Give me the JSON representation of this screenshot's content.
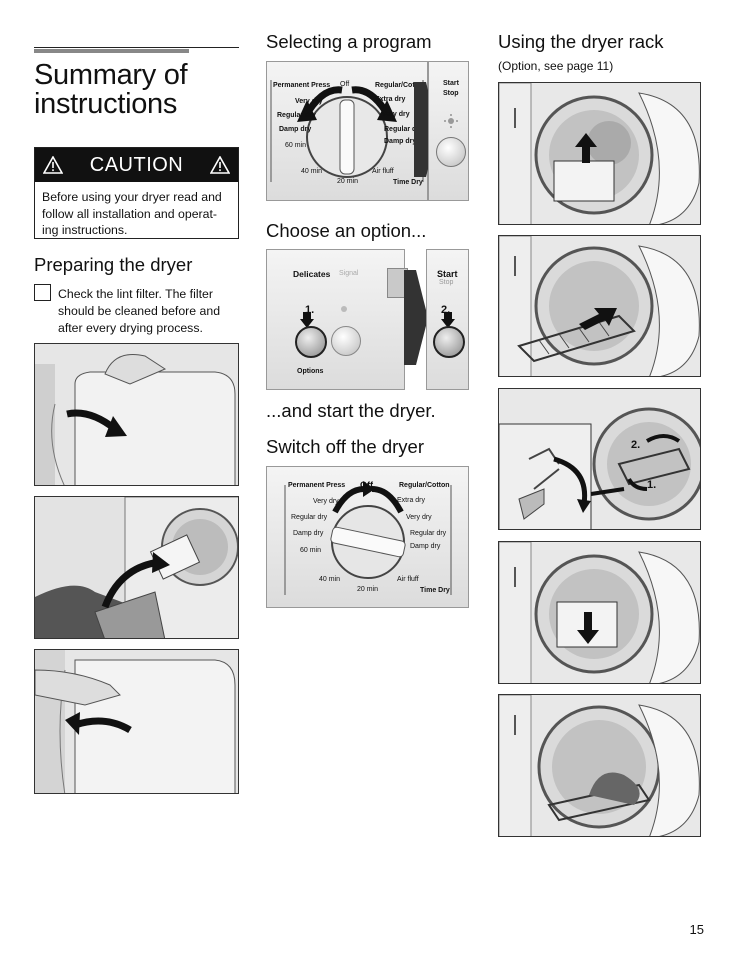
{
  "page": {
    "title": "Summary of instructions",
    "title_line1": "Summary of",
    "title_line2": "instructions",
    "page_number": "15"
  },
  "caution": {
    "label": "CAUTION",
    "text": "Before using your dryer read and follow all installation and operat-ing instructions."
  },
  "preparing": {
    "heading": "Preparing the dryer",
    "check_text": "Check the lint filter. The filter should be cleaned before and after every drying process."
  },
  "selecting": {
    "heading": "Selecting a program",
    "dial_labels": {
      "permanent_press": "Permanent Press",
      "off": "Off",
      "regular_cotton": "Regular/Cotton",
      "very_dry_left": "Very dry",
      "extra_dry": "Extra dry",
      "regular_dry_left": "Regular dry",
      "very_dry_right": "Very dry",
      "damp_dry_left": "Damp dry",
      "regular_dry_right": "Regular dry",
      "damp_dry_right": "Damp dry",
      "min60": "60 min",
      "min40": "40 min",
      "min20": "20 min",
      "air_fluff": "Air fluff",
      "time_dry": "Time Dry"
    },
    "start": "Start",
    "stop": "Stop"
  },
  "option": {
    "heading": "Choose an option...",
    "delicates": "Delicates",
    "signal": "Signal",
    "options": "Options",
    "step1": "1.",
    "step2": "2.",
    "start": "Start",
    "stop": "Stop"
  },
  "start_dryer": {
    "heading": "...and start the dryer."
  },
  "switch_off": {
    "heading": "Switch off the dryer"
  },
  "rack": {
    "heading": "Using the dryer rack",
    "subheading": "(Option, see page 11)",
    "step2": "2.",
    "step1": "1."
  }
}
